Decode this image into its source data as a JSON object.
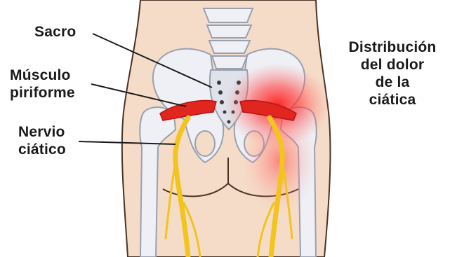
{
  "labels": {
    "sacro": "Sacro",
    "musculo_line1": "Músculo",
    "musculo_line2": "piriforme",
    "nervio_line1": "Nervio",
    "nervio_line2": "ciático",
    "dist_line1": "Distribución",
    "dist_line2": "del dolor",
    "dist_line3": "de la",
    "dist_line4": "ciática"
  },
  "colors": {
    "skin": "#f4dcc6",
    "skin_outline": "#5a4030",
    "bone": "#eef0f5",
    "bone_outline": "#9aa0b0",
    "muscle": "#e0261f",
    "nerve": "#f2c41c",
    "pain_glow": "#ff2020"
  }
}
